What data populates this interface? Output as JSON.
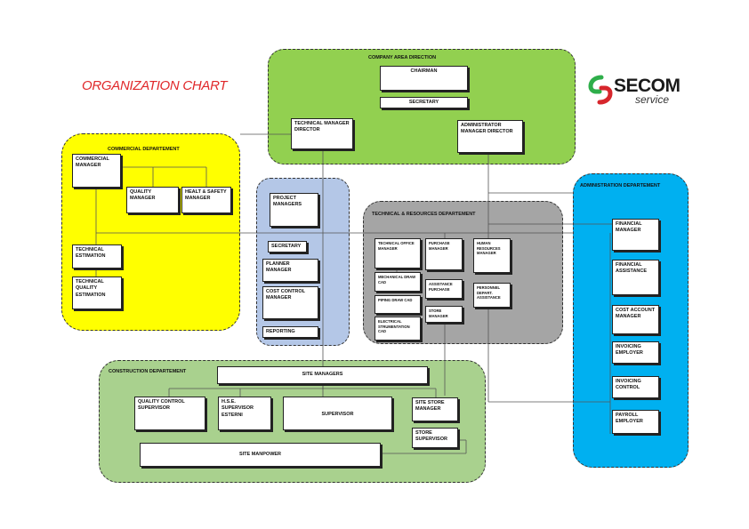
{
  "title": "ORGANIZATION CHART",
  "logo": {
    "name": "SECOM",
    "tagline": "service",
    "colors": [
      "#2eae4a",
      "#d7262c"
    ]
  },
  "colors": {
    "company": "#92d050",
    "commercial": "#ffff00",
    "project": "#b4c7e7",
    "technical": "#a5a5a5",
    "administration": "#00b0f0",
    "construction": "#a9d18e"
  },
  "departments": {
    "company": "COMPANY AREA DIRECTION",
    "commercial": "COMMERCIAL DEPARTEMENT",
    "technical": "TECHNICAL & RESOURCES DEPARTEMENT",
    "administration": "ADMINISTRATION DEPARTEMENT",
    "construction": "CONSTRUCTION DEPARTEMENT"
  },
  "boxes": {
    "chairman": "CHAIRMAN",
    "secretary_top": "SECRETARY",
    "tech_director": "TECHNICAL MANAGER DIRECTOR",
    "admin_director": "ADMINISTRATOR MANAGER DIRECTOR",
    "commercial_manager": "COMMERCIAL MANAGER",
    "quality_manager": "QUALITY MANAGER",
    "hse_manager": "HEALT & SAFETY MANAGER",
    "technical_estimation": "TECHNICAL ESTIMATION",
    "technical_quality": "TECHNICAL QUALITY ESTIMATION",
    "project_managers": "PROJECT MANAGERS",
    "secretary_pm": "SECRETARY",
    "planner_manager": "PLANNER MANAGER",
    "cost_control_manager": "COST CONTROL MANAGER",
    "reporting": "REPORTING",
    "tech_office_manager": "TECHNICAL OFFICE MANAGER",
    "purchase_manager": "PURCHASE MANAGER",
    "hr_manager": "HUMAN RESOURCES MANAGER",
    "mech_draw": "MECHANICAL DRAW CAD",
    "piping_draw": "PIPING DRAW CAD",
    "electrical": "ELECTRICAL STRUMENTATION CAD",
    "assistance_purchase": "ASSISTANCE PURCHASE",
    "store_manager": "STORE MANAGER",
    "personnel_assistance": "PERSONNEL DEPART. ASSISTANCE",
    "financial_manager": "FINANCIAL MANAGER",
    "financial_assistance": "FINANCIAL ASSISTANCE",
    "cost_account_manager": "COST ACCOUNT MANAGER",
    "invoicing_employer": "INVOICING EMPLOYER",
    "invoicing_control": "INVOICING CONTROL",
    "payroll_employer": "PAYROLL EMPLOYER",
    "site_managers": "SITE MANAGERS",
    "qc_supervisor": "QUALITY CONTROL SUPERVISOR",
    "hse_supervisor": "H.S.E. SUPERVISOR ESTERNI",
    "supervisor": "SUPERVISOR",
    "site_store_manager": "SITE STORE MANAGER",
    "store_supervisor": "STORE SUPERVISOR",
    "site_manpower": "SITE MANPOWER"
  }
}
